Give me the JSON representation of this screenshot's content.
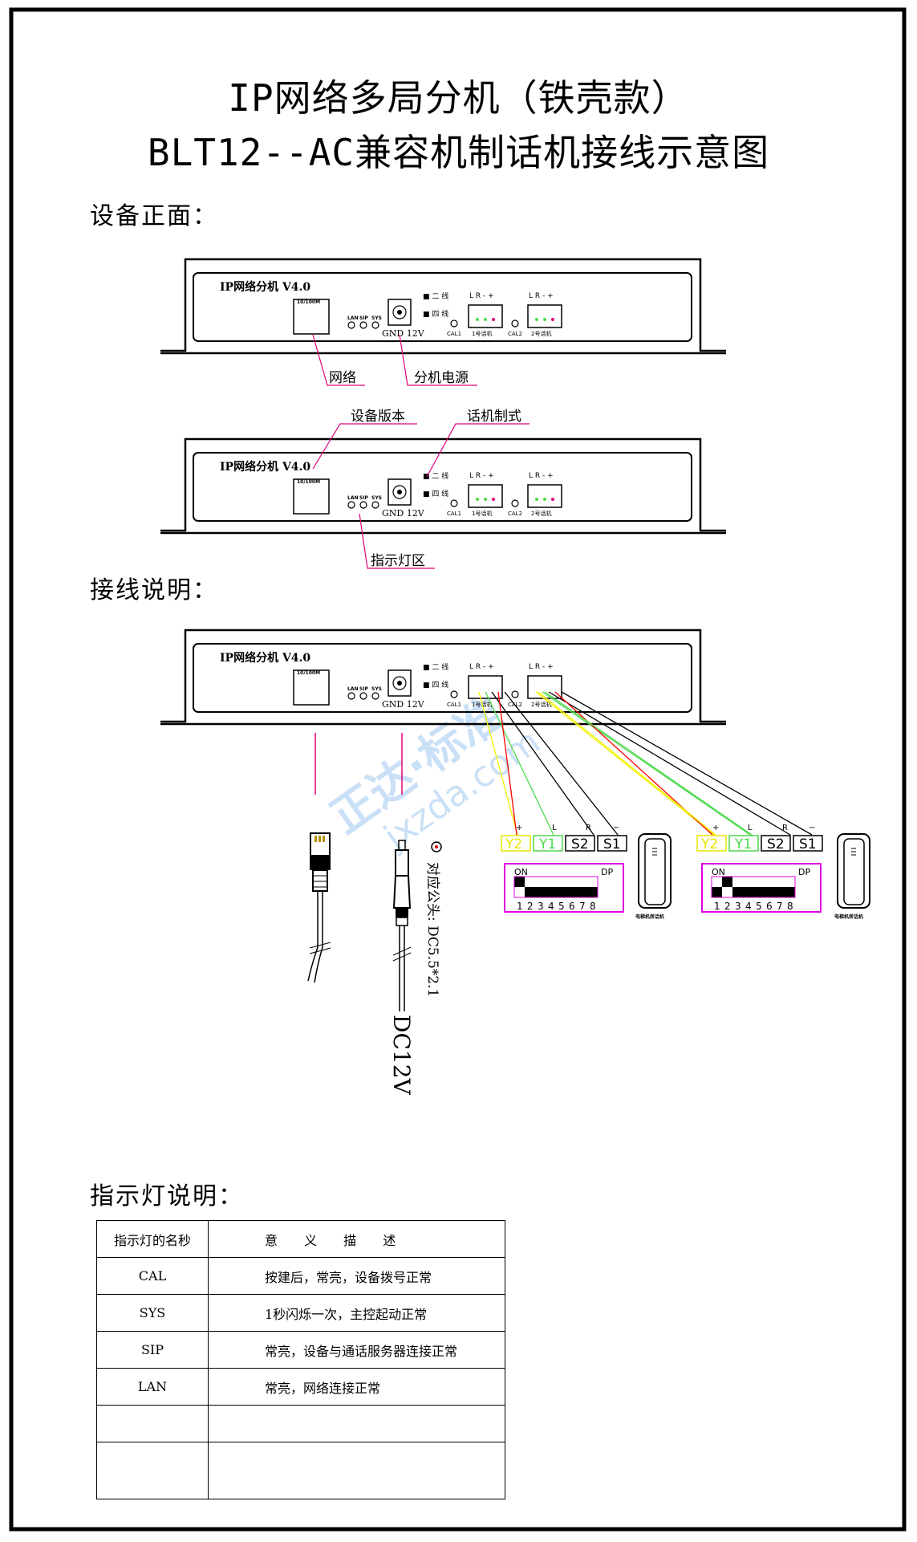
{
  "title": {
    "line1": "IP网络多局分机（铁壳款）",
    "line2": "BLT12--AC兼容机制话机接线示意图"
  },
  "sections": {
    "front": "设备正面：",
    "wiring": "接线说明：",
    "indicators": "指示灯说明："
  },
  "device": {
    "model": "IP网络分机 V4.0",
    "port_speed": "10/100M",
    "leds": [
      "LAN",
      "SIP",
      "SYS"
    ],
    "power": "GND 12V",
    "mode_2wire": "■ 二 线",
    "mode_4wire": "■ 四 线",
    "port_pins": "L R - +",
    "cal1": "CAL1",
    "cal2": "CAL2",
    "phone1": "1号话机",
    "phone2": "2号话机"
  },
  "callouts": {
    "network": "网络",
    "power": "分机电源",
    "version": "设备版本",
    "phone_mode": "话机制式",
    "led_area": "指示灯区"
  },
  "wiring": {
    "connector_note": "对应公头: DC5.5*2.1",
    "dc_label": "DC12V",
    "terminals": [
      "Y2",
      "Y1",
      "S2",
      "S1"
    ],
    "terminal_signs": [
      "+",
      "L",
      "R",
      "−"
    ],
    "dip_on": "ON",
    "dip_dp": "DP",
    "dip_numbers": [
      "1",
      "2",
      "3",
      "4",
      "5",
      "6",
      "7",
      "8"
    ],
    "intercom_label": "电梯机房话机",
    "watermark": "正达·标准",
    "watermark2": "jxzda.com"
  },
  "wire_colors": {
    "red": "#ff0000",
    "yellow": "#f2f200",
    "green": "#4cd94c",
    "black": "#000000",
    "magenta": "#e0007a",
    "dip_border": "#e000e0",
    "terminal_border": "#e6e600"
  },
  "indicator_table": {
    "headers": [
      "指示灯的名秒",
      "意 义 描 述"
    ],
    "rows": [
      [
        "CAL",
        "按建后，常亮，设备拨号正常"
      ],
      [
        "SYS",
        "1秒闪烁一次，主控起动正常"
      ],
      [
        "SIP",
        "常亮，设备与通话服务器连接正常"
      ],
      [
        "LAN",
        "常亮，网络连接正常"
      ],
      [
        "",
        ""
      ],
      [
        "",
        ""
      ]
    ]
  }
}
